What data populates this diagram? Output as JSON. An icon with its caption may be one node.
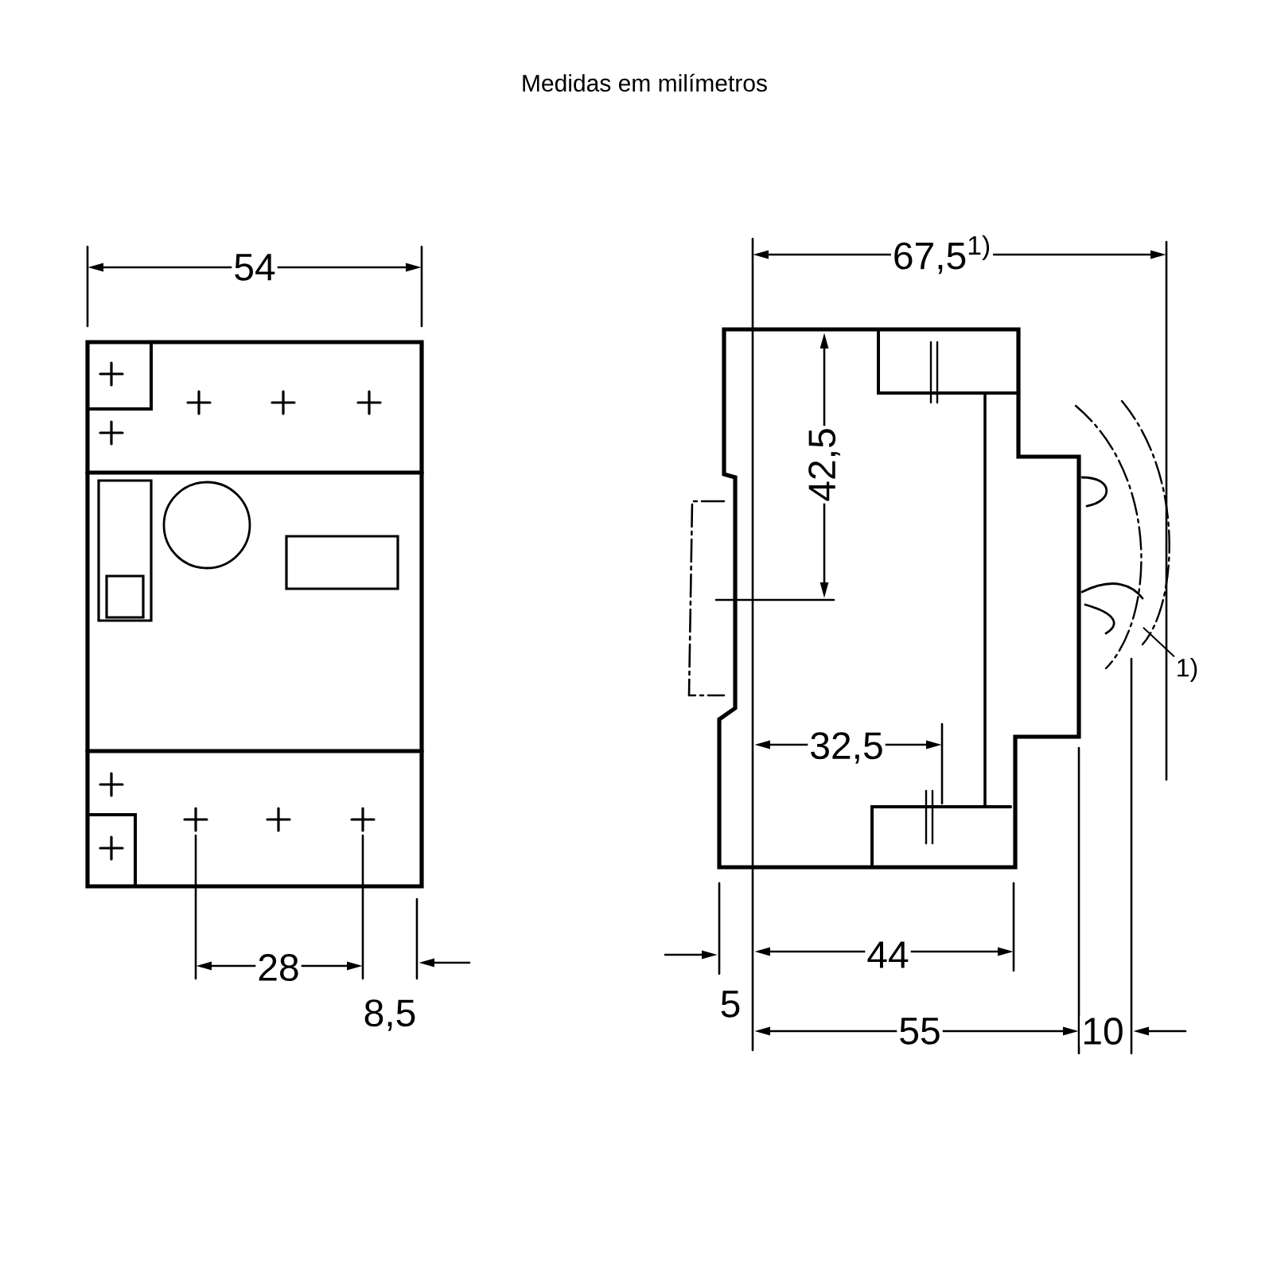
{
  "diagram": {
    "title": "Medidas em milímetros",
    "nodes": [
      {
        "text": [
          "1)"
        ]
      },
      {
        "text": [],
        "shape": "arc"
      }
    ],
    "edges": [
      {
        "from": 0,
        "to": 1,
        "arrow": "none"
      }
    ],
    "labels": [
      "54",
      "67,5$^{1)}$",
      "42,5",
      "32,5",
      "28",
      "44",
      "8,5",
      "5",
      "55",
      "10"
    ]
  }
}
